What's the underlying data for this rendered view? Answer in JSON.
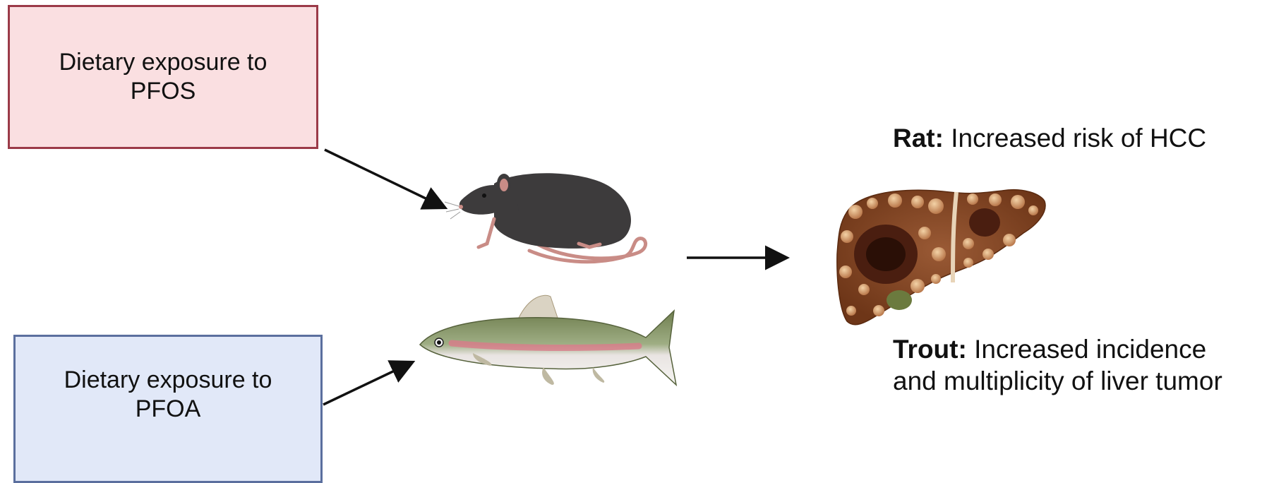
{
  "exposures": {
    "pfos": {
      "line1": "Dietary exposure to",
      "line2": "PFOS",
      "fill": "#fadfe1",
      "border": "#9b3a48"
    },
    "pfoa": {
      "line1": "Dietary exposure to",
      "line2": "PFOA",
      "fill": "#e1e8f8",
      "border": "#5b6f9e"
    }
  },
  "organisms": {
    "rat": {
      "icon": "rat-icon",
      "color": "#3d3b3c"
    },
    "trout": {
      "icon": "trout-icon",
      "color": "#8a9a6a"
    },
    "liver": {
      "icon": "liver-icon",
      "color": "#8a4a2a"
    }
  },
  "outcomes": {
    "rat": {
      "label": "Rat:",
      "text": "Increased risk of HCC"
    },
    "trout": {
      "label": "Trout:",
      "text_line1": "Increased incidence",
      "text_line2": "and multiplicity of liver tumor"
    }
  }
}
